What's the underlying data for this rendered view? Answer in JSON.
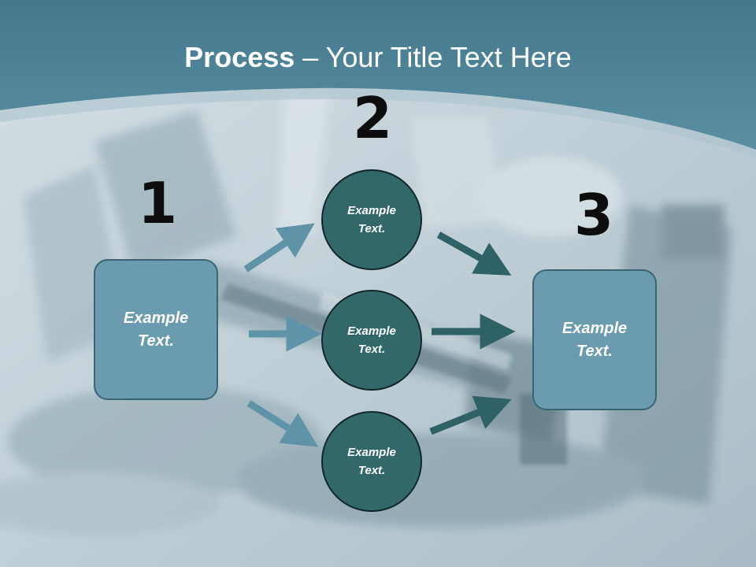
{
  "title": {
    "bold": "Process",
    "rest": " – Your Title Text Here"
  },
  "steps": {
    "n1": "1",
    "n2": "2",
    "n3": "3"
  },
  "left_box": {
    "text": "Example Text."
  },
  "right_box": {
    "text": "Example Text."
  },
  "circles": [
    {
      "text": "Example Text."
    },
    {
      "text": "Example Text."
    },
    {
      "text": "Example Text."
    }
  ],
  "colors": {
    "header": "#4e8598",
    "box_fill": "#6a9bae",
    "circle_fill": "#33686b",
    "arrow_light": "#5f93a8",
    "arrow_dark": "#2f6266"
  }
}
